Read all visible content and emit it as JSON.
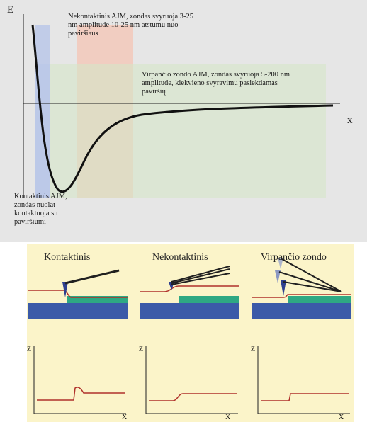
{
  "energy_plot": {
    "y_axis_label": "E",
    "x_axis_label": "x",
    "non_contact_note": "Nekontaktinis AJM, zondas svyruoja 3-25 nm amplitude 10-25 nm atstumu nuo paviršiaus",
    "tapping_note": "Virpančio zondo AJM, zondas svyruoja 5-200 nm amplitude, kiekvieno svyravimu pasiekdamas paviršių",
    "contact_note": "Kontaktinis AJM, zondas nuolat kontaktuoja su paviršiumi",
    "region_colors": {
      "contact": "#b8c6e8",
      "non_contact": "#f4c4b4",
      "tapping": "#d6e6c8"
    }
  },
  "modes": [
    {
      "title": "Kontaktinis",
      "y_label": "Z",
      "x_label": "X"
    },
    {
      "title": "Nekontaktinis",
      "y_label": "Z",
      "x_label": "X"
    },
    {
      "title": "Virpančio zondo",
      "y_label": "Z",
      "x_label": "X"
    }
  ],
  "colors": {
    "substrate": "#3b5aa8",
    "sample_step": "#2ea883",
    "trace": "#b0302a",
    "cantilever": "#202020",
    "tip": "#2d3f8f"
  }
}
